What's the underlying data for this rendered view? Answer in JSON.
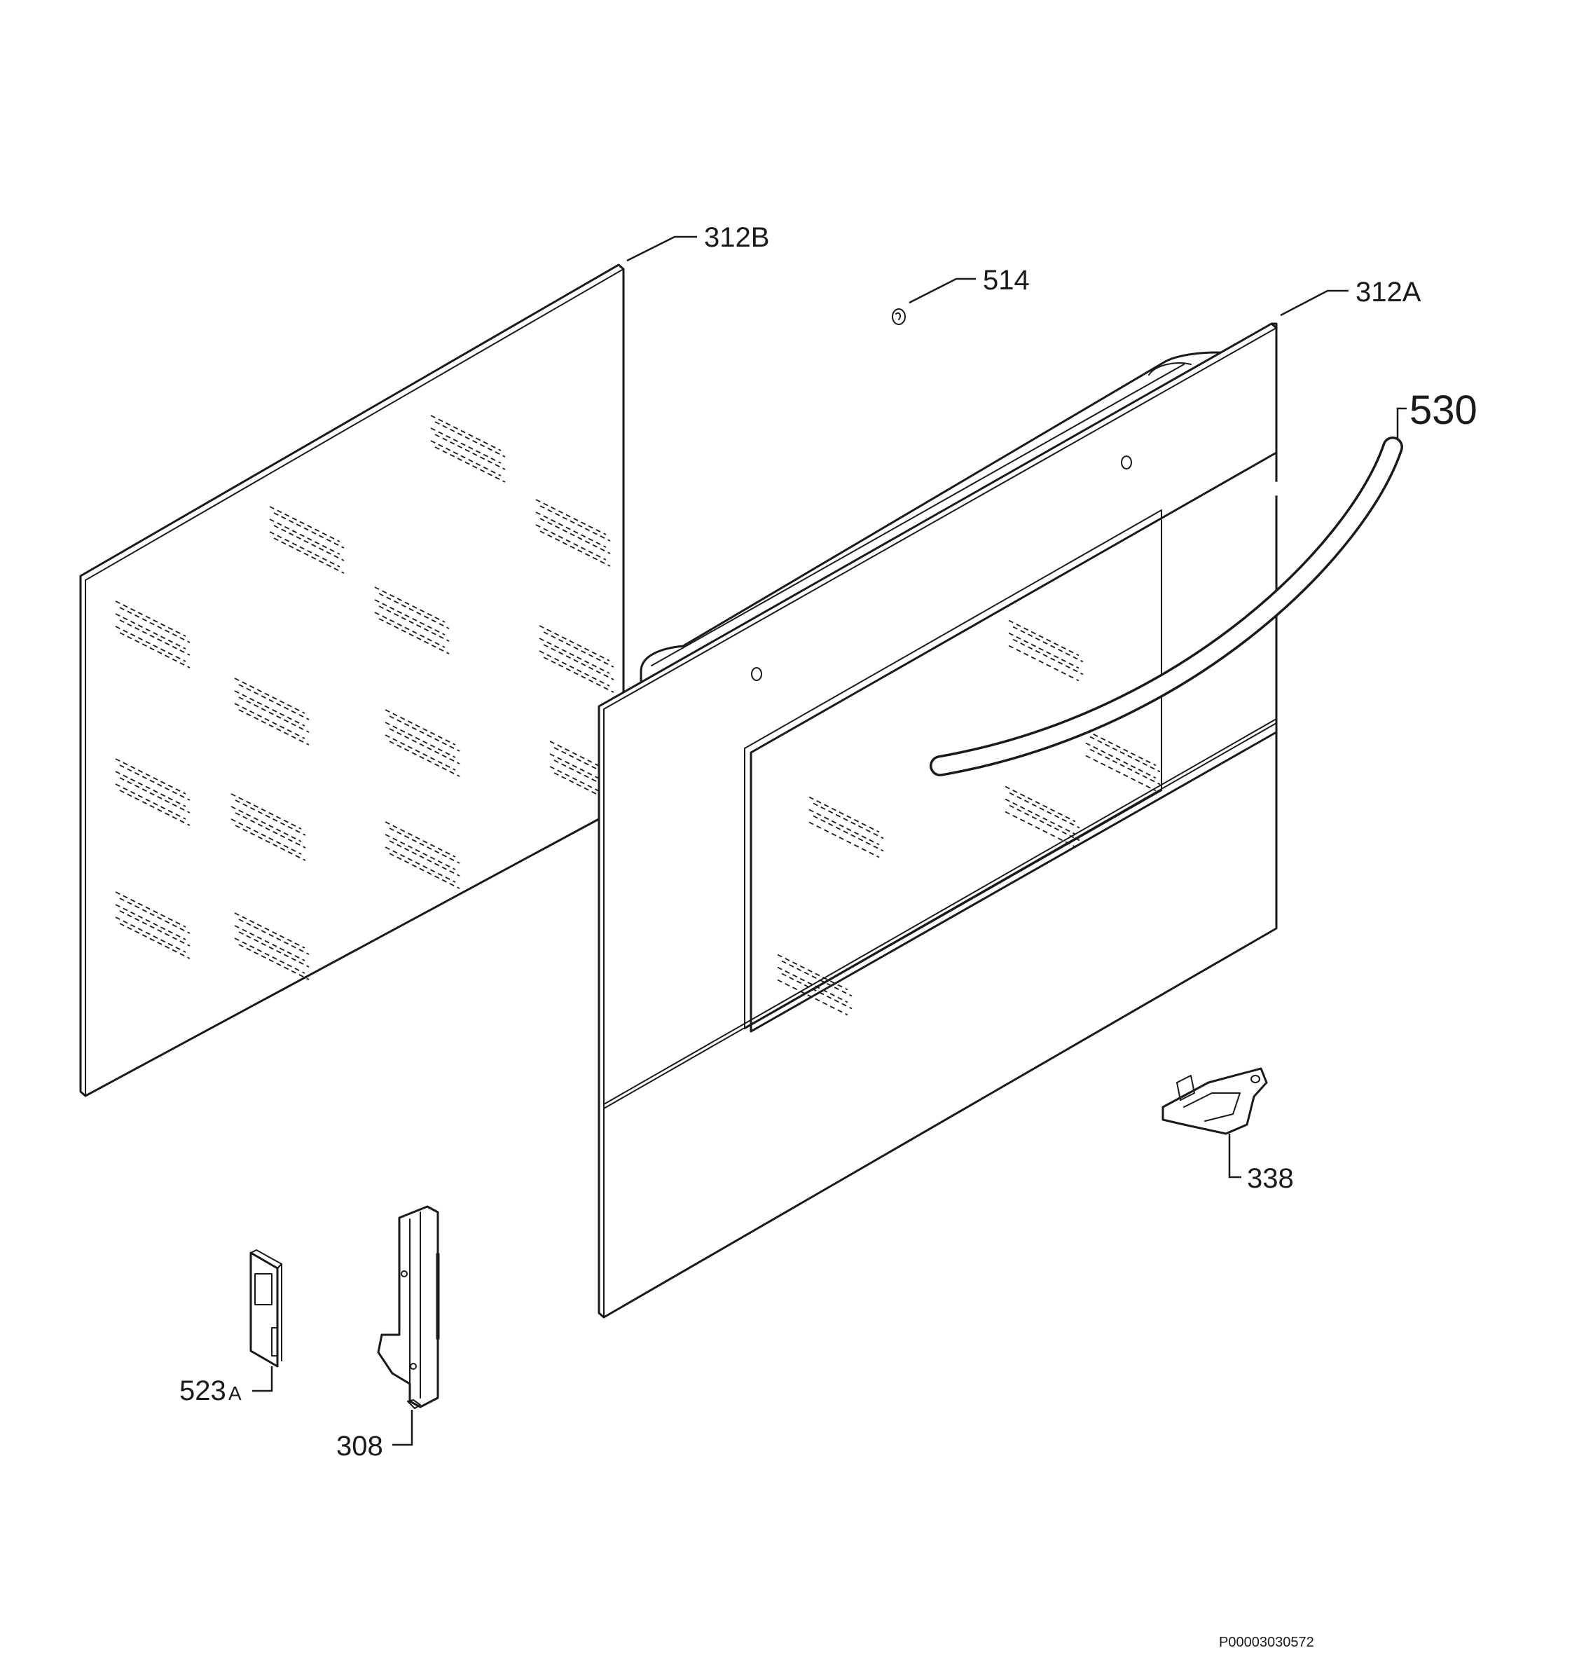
{
  "diagram": {
    "parts": [
      {
        "id": "312B",
        "label": "312B"
      },
      {
        "id": "514",
        "label": "514"
      },
      {
        "id": "312A",
        "label": "312A"
      },
      {
        "id": "530",
        "label": "530"
      },
      {
        "id": "338",
        "label": "338"
      },
      {
        "id": "523A",
        "label_main": "523",
        "label_suffix": "A"
      },
      {
        "id": "308",
        "label": "308"
      }
    ],
    "drawing_code": "P00003030572"
  }
}
